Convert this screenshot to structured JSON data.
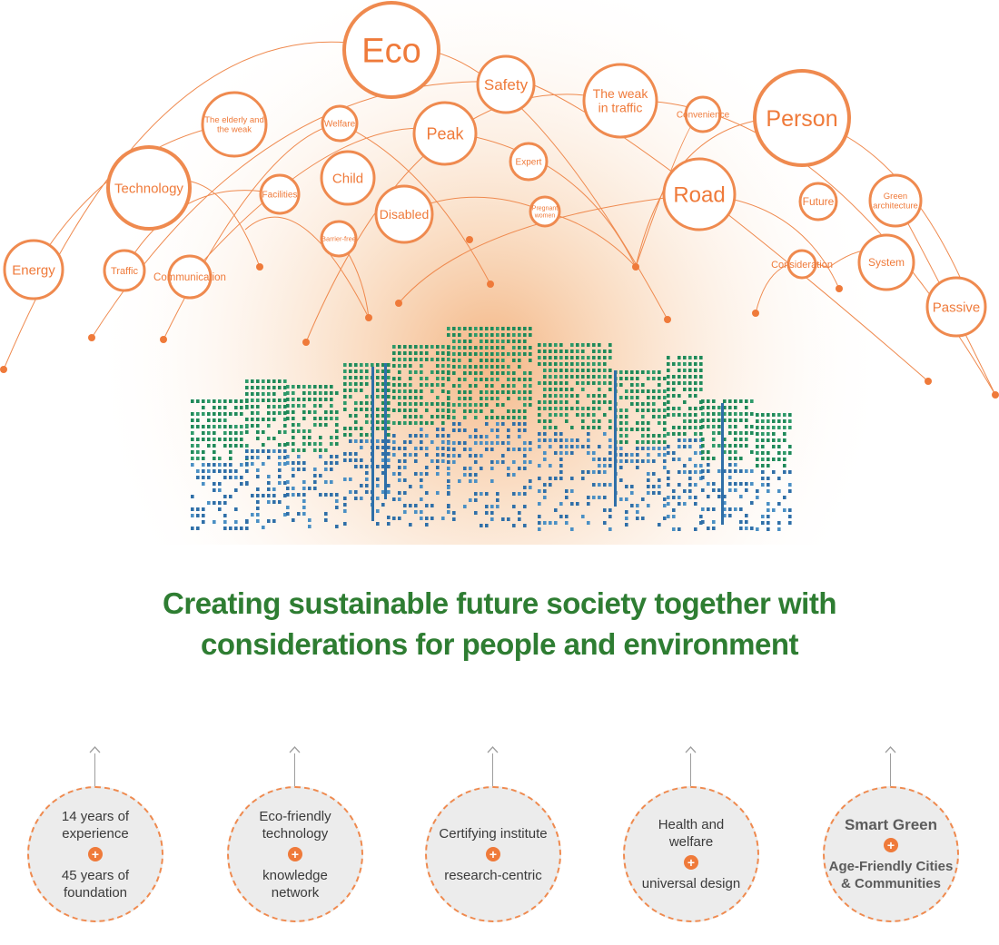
{
  "headline": {
    "line1": "Creating sustainable future society together with",
    "line2": "considerations for people and environment"
  },
  "colors": {
    "accent_orange": "#ef7a3a",
    "headline_green": "#2e7d32",
    "building_green": "#1f8a5a",
    "building_blue": "#2f6fa8",
    "disc_fill": "#ececec"
  },
  "keywords": [
    {
      "label": "Eco"
    },
    {
      "label": "Safety"
    },
    {
      "label": "The weak in traffic"
    },
    {
      "label": "Person"
    },
    {
      "label": "The elderly and the weak"
    },
    {
      "label": "Welfare"
    },
    {
      "label": "Peak"
    },
    {
      "label": "Convenience"
    },
    {
      "label": "Technology"
    },
    {
      "label": "Child"
    },
    {
      "label": "Expert"
    },
    {
      "label": "Road"
    },
    {
      "label": "Green architecture"
    },
    {
      "label": "Facilities"
    },
    {
      "label": "Disabled"
    },
    {
      "label": "Pregnant women"
    },
    {
      "label": "Future"
    },
    {
      "label": "Barrier-free"
    },
    {
      "label": "Energy"
    },
    {
      "label": "Traffic"
    },
    {
      "label": "Communication"
    },
    {
      "label": "Consideration"
    },
    {
      "label": "System"
    },
    {
      "label": "Passive"
    }
  ],
  "features": [
    {
      "top": "14 years of experience",
      "bottom": "45 years of foundation"
    },
    {
      "top": "Eco-friendly technology",
      "bottom": "knowledge network"
    },
    {
      "top": "Certifying institute",
      "bottom": "research-centric"
    },
    {
      "top": "Health and welfare",
      "bottom": "universal design"
    },
    {
      "top": "Smart Green",
      "bottom": "Age-Friendly Cities & Communities"
    }
  ],
  "plus_symbol": "+"
}
